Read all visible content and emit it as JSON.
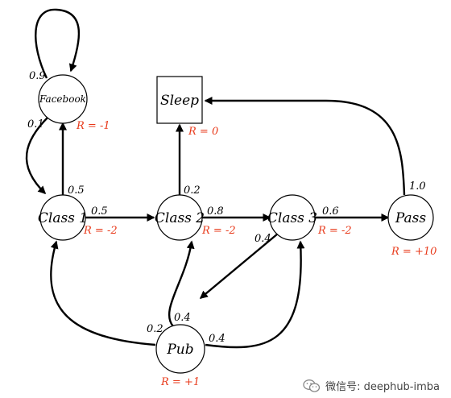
{
  "states": {
    "facebook": {
      "label": "Facebook",
      "reward": "R = -1"
    },
    "sleep": {
      "label": "Sleep",
      "reward": "R = 0"
    },
    "class1": {
      "label": "Class 1",
      "reward": "R = -2"
    },
    "class2": {
      "label": "Class 2",
      "reward": "R = -2"
    },
    "class3": {
      "label": "Class 3",
      "reward": "R = -2"
    },
    "pass": {
      "label": "Pass",
      "reward": "R = +10"
    },
    "pub": {
      "label": "Pub",
      "reward": "R = +1"
    }
  },
  "transitions": {
    "facebook_facebook": "0.9",
    "facebook_class1": "0.1",
    "class1_facebook": "0.5",
    "class1_class2": "0.5",
    "class2_sleep": "0.2",
    "class2_class3": "0.8",
    "class3_pass": "0.6",
    "class3_pub": "0.4",
    "pass_sleep": "1.0",
    "pub_class1": "0.2",
    "pub_class2": "0.4",
    "pub_class3": "0.4"
  },
  "watermark": {
    "text": "微信号: deephub-imba",
    "icon": "wechat-icon"
  }
}
